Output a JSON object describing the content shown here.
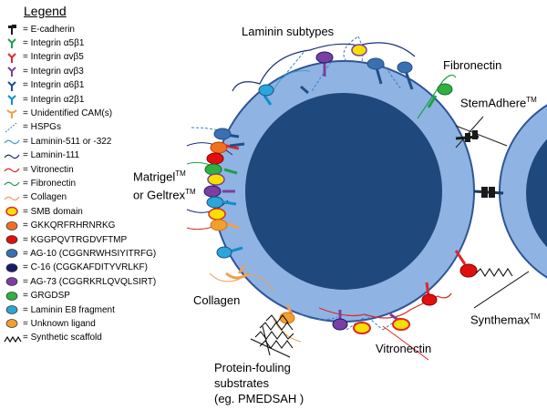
{
  "legend": {
    "title": "Legend",
    "items": [
      {
        "label": "= E-cadherin",
        "icon": "e-cadherin-icon",
        "color": "#1a1a1a"
      },
      {
        "label": "= Integrin α5β1",
        "icon": "integrin-a5b1-icon",
        "color": "#1f9e4a"
      },
      {
        "label": "= Integrin αvβ5",
        "icon": "integrin-avb5-icon",
        "color": "#e0262b"
      },
      {
        "label": "= Integrin αvβ3",
        "icon": "integrin-avb3-icon",
        "color": "#7a3fa0"
      },
      {
        "label": "= Integrin α6β1",
        "icon": "integrin-a6b1-icon",
        "color": "#1f4f8a"
      },
      {
        "label": "= Integrin α2β1",
        "icon": "integrin-a2b1-icon",
        "color": "#0e8fc8"
      },
      {
        "label": "= Unidentified CAM(s)",
        "icon": "unidentified-cam-icon",
        "color": "#f0a050"
      },
      {
        "label": "= HSPGs",
        "icon": "hspg-icon",
        "color": "#3a7fc0"
      },
      {
        "label": "= Laminin-511 or -322",
        "icon": "laminin-511-icon",
        "color": "#3a9fd0"
      },
      {
        "label": "= Laminin-111",
        "icon": "laminin-111-icon",
        "color": "#1a2f7a"
      },
      {
        "label": "= Vitronectin",
        "icon": "vitronectin-line-icon",
        "color": "#e0262b"
      },
      {
        "label": "= Fibronectin",
        "icon": "fibronectin-line-icon",
        "color": "#1f9e4a"
      },
      {
        "label": "= Collagen",
        "icon": "collagen-line-icon",
        "color": "#f0a050"
      },
      {
        "label": "= SMB domain",
        "icon": "smb-domain-icon",
        "color": "#f5e000"
      },
      {
        "label": "= GKKQRFRHRNRKG",
        "icon": "gkkq-peptide-icon",
        "color": "#f07020"
      },
      {
        "label": "= KGGPQVTRGDVFTMP",
        "icon": "kggp-peptide-icon",
        "color": "#e01010"
      },
      {
        "label": "= AG-10 (CGGNRWHSIYITRFG)",
        "icon": "ag10-peptide-icon",
        "color": "#3a6fb0"
      },
      {
        "label": "= C-16 (CGGKAFDITYVRLKF)",
        "icon": "c16-peptide-icon",
        "color": "#1a1a6a"
      },
      {
        "label": "= AG-73 (CGGRKRLQVQLSIRT)",
        "icon": "ag73-peptide-icon",
        "color": "#7a3fa0"
      },
      {
        "label": "= GRGDSP",
        "icon": "grgdsp-peptide-icon",
        "color": "#2fb040"
      },
      {
        "label": "= Laminin E8 fragment",
        "icon": "laminin-e8-icon",
        "color": "#2aa6d8"
      },
      {
        "label": "= Unknown ligand",
        "icon": "unknown-ligand-icon",
        "color": "#f0a030"
      },
      {
        "label": "= Synthetic scaffold",
        "icon": "synthetic-scaffold-icon",
        "color": "#000000"
      }
    ]
  },
  "labels": {
    "laminin_subtypes": "Laminin subtypes",
    "fibronectin": "Fibronectin",
    "stemadhere": "StemAdhere",
    "stemadhere_tm": "TM",
    "matrigel_line1": "Matrigel",
    "matrigel_tm": "TM",
    "matrigel_line2": "or Geltrex",
    "geltrex_tm": "TM",
    "collagen": "Collagen",
    "synthemax": "Synthemax",
    "synthemax_tm": "TM",
    "vitronectin": "Vitronectin",
    "protein_fouling_line1": "Protein-fouling",
    "protein_fouling_line2": "substrates",
    "protein_fouling_line3": "(eg. PMEDSAH )"
  },
  "colors": {
    "cell_outer": "#8fb4e3",
    "cell_inner": "#1f497d",
    "cell_stroke": "#2f5597"
  }
}
